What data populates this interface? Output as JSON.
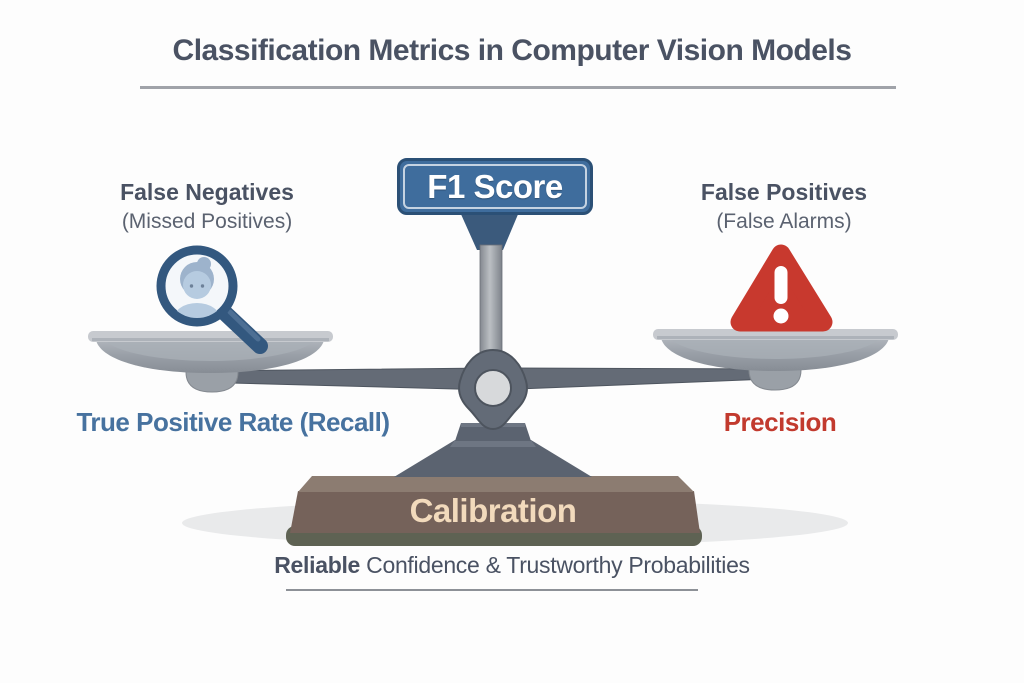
{
  "title": {
    "text": "Classification Metrics in Computer Vision Models"
  },
  "scale": {
    "top_sign": {
      "label": "F1 Score"
    },
    "left": {
      "heading": "False Negatives",
      "subheading": "(Missed Positives)",
      "pan_label": "True Positive Rate (Recall)",
      "icon": "magnifier-person-icon"
    },
    "right": {
      "heading": "False Positives",
      "subheading": "(False Alarms)",
      "pan_label": "Precision",
      "icon": "warning-triangle-icon"
    },
    "base": {
      "label": "Calibration"
    }
  },
  "caption": {
    "bold": "Reliable",
    "rest": " Confidence & Trustworthy Probabilities"
  },
  "colors": {
    "background": "#fdfdfd",
    "title_text": "#4a5263",
    "subheading_text": "#5b6270",
    "sign_fill": "#3f6d9d",
    "sign_border": "#2b5076",
    "recall_text": "#47729f",
    "precision_text": "#c23a2e",
    "warning_red": "#c8392e",
    "magnifier_blue": "#33587f",
    "person_blue": "#b6cbe0",
    "metal_dark": "#5b6370",
    "metal_mid": "#9aa0a8",
    "metal_light": "#c7cacf",
    "base_brown": "#75625a",
    "base_lip_brown": "#8c7c71",
    "base_foot_olive": "#5e6253",
    "base_label_text": "#f2dabc",
    "shadow_gray": "#e9eaeb"
  }
}
